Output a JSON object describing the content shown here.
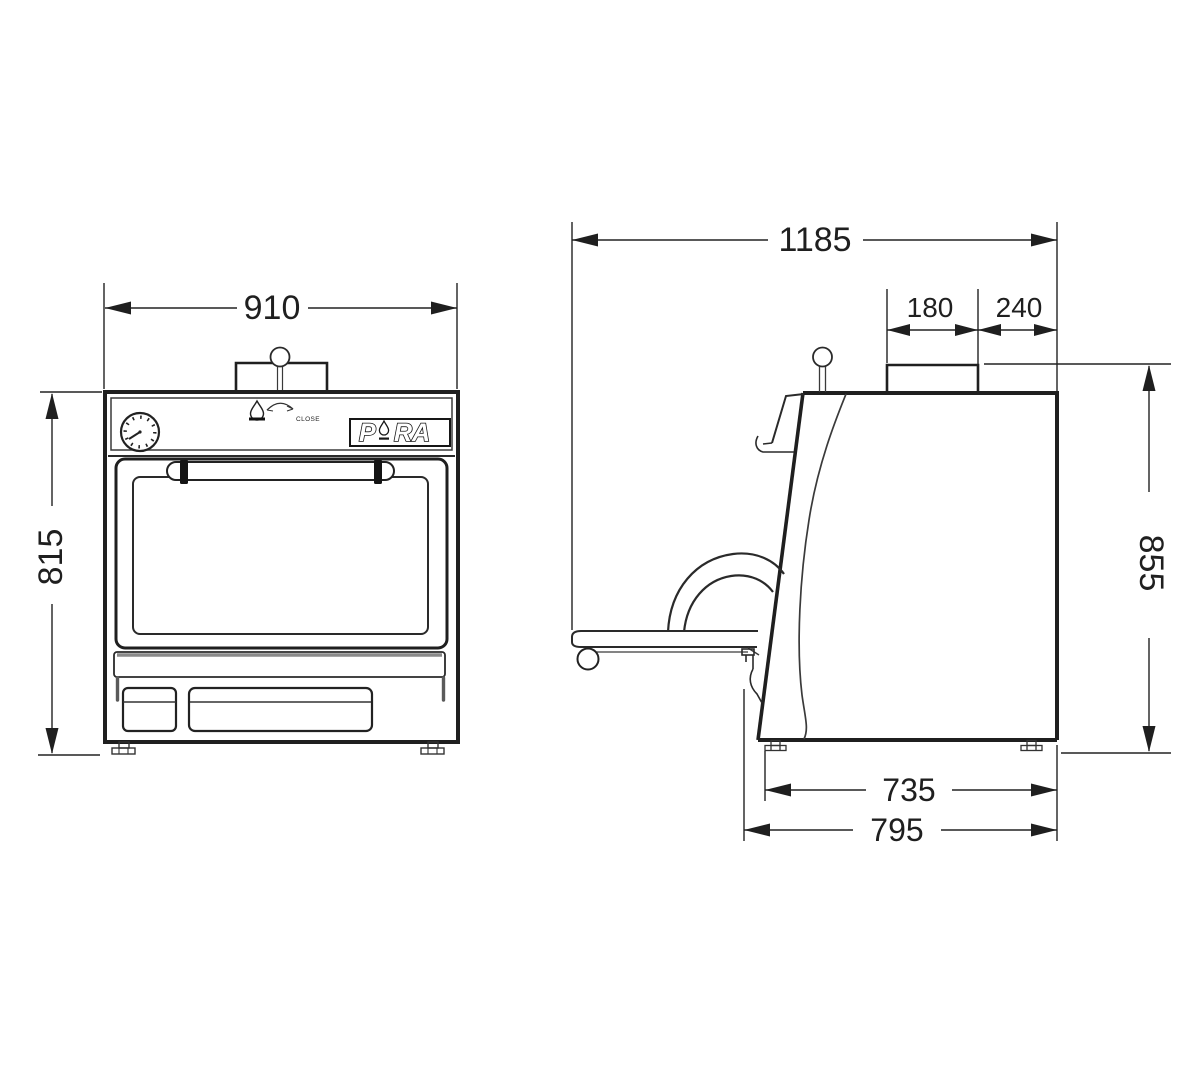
{
  "colors": {
    "line": "#1f1f1f",
    "thin_line": "#3a3a3a",
    "grey_accent": "#8a8a8a",
    "background": "#ffffff"
  },
  "front_view": {
    "dim_width": "910",
    "dim_height": "815",
    "damper_label": "CLOSE",
    "logo_p": "P",
    "logo_ra": "RA"
  },
  "side_view": {
    "dim_overall_depth": "1185",
    "dim_chimney_depth": "180",
    "dim_chimney_setback": "240",
    "dim_height": "855",
    "dim_inner_base_depth": "735",
    "dim_base_depth": "795"
  }
}
